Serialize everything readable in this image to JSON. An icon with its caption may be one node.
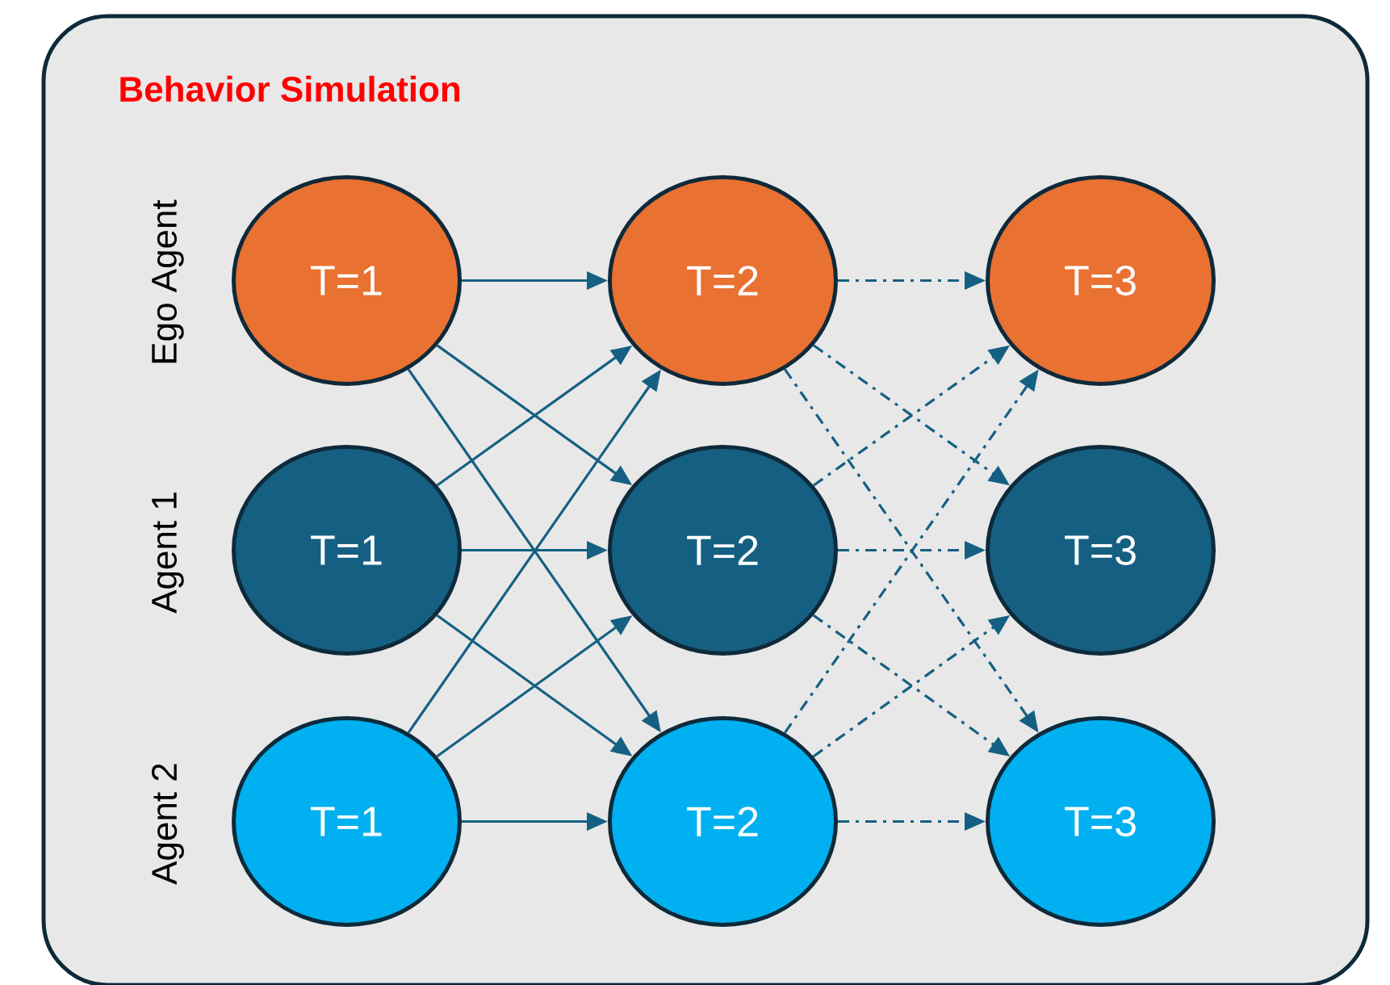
{
  "diagram": {
    "nodes": [
      {
        "text": [
          "Behavior Simulation"
        ]
      },
      {
        "text": [
          "T=1"
        ],
        "in": 0
      },
      {
        "text": [
          "T=2"
        ],
        "in": 0
      },
      {
        "text": [
          "T=3"
        ],
        "in": 0
      },
      {
        "text": [
          "T=1"
        ],
        "in": 0
      },
      {
        "text": [
          "T=2"
        ],
        "in": 0
      },
      {
        "text": [
          "T=3"
        ],
        "in": 0
      },
      {
        "text": [
          "T=1"
        ],
        "in": 0
      },
      {
        "text": [
          "T=2"
        ],
        "in": 0
      },
      {
        "text": [
          "T=3"
        ],
        "in": 0
      }
    ],
    "edges": [
      {
        "from": 1,
        "to": 2,
        "arrow": "to"
      },
      {
        "from": 1,
        "to": 5,
        "arrow": "to"
      },
      {
        "from": 1,
        "to": 8,
        "arrow": "to"
      },
      {
        "from": 4,
        "to": 2,
        "arrow": "to"
      },
      {
        "from": 4,
        "to": 5,
        "arrow": "to"
      },
      {
        "from": 4,
        "to": 8,
        "arrow": "to"
      },
      {
        "from": 7,
        "to": 2,
        "arrow": "to"
      },
      {
        "from": 7,
        "to": 5,
        "arrow": "to"
      },
      {
        "from": 7,
        "to": 8,
        "arrow": "to"
      },
      {
        "from": 2,
        "to": 3,
        "arrow": "to",
        "style": "dashed"
      },
      {
        "from": 2,
        "to": 6,
        "arrow": "to",
        "style": "dashed"
      },
      {
        "from": 2,
        "to": 9,
        "arrow": "to",
        "style": "dashed"
      },
      {
        "from": 5,
        "to": 3,
        "arrow": "to",
        "style": "dashed"
      },
      {
        "from": 5,
        "to": 6,
        "arrow": "to",
        "style": "dashed"
      },
      {
        "from": 5,
        "to": 9,
        "arrow": "to",
        "style": "dashed"
      },
      {
        "from": 8,
        "to": 3,
        "arrow": "to",
        "style": "dashed"
      },
      {
        "from": 8,
        "to": 6,
        "arrow": "to",
        "style": "dashed"
      },
      {
        "from": 8,
        "to": 9,
        "arrow": "to",
        "style": "dashed"
      }
    ],
    "labels": [
      "Ego Agent",
      "Agent 1",
      "Agent 2"
    ]
  }
}
